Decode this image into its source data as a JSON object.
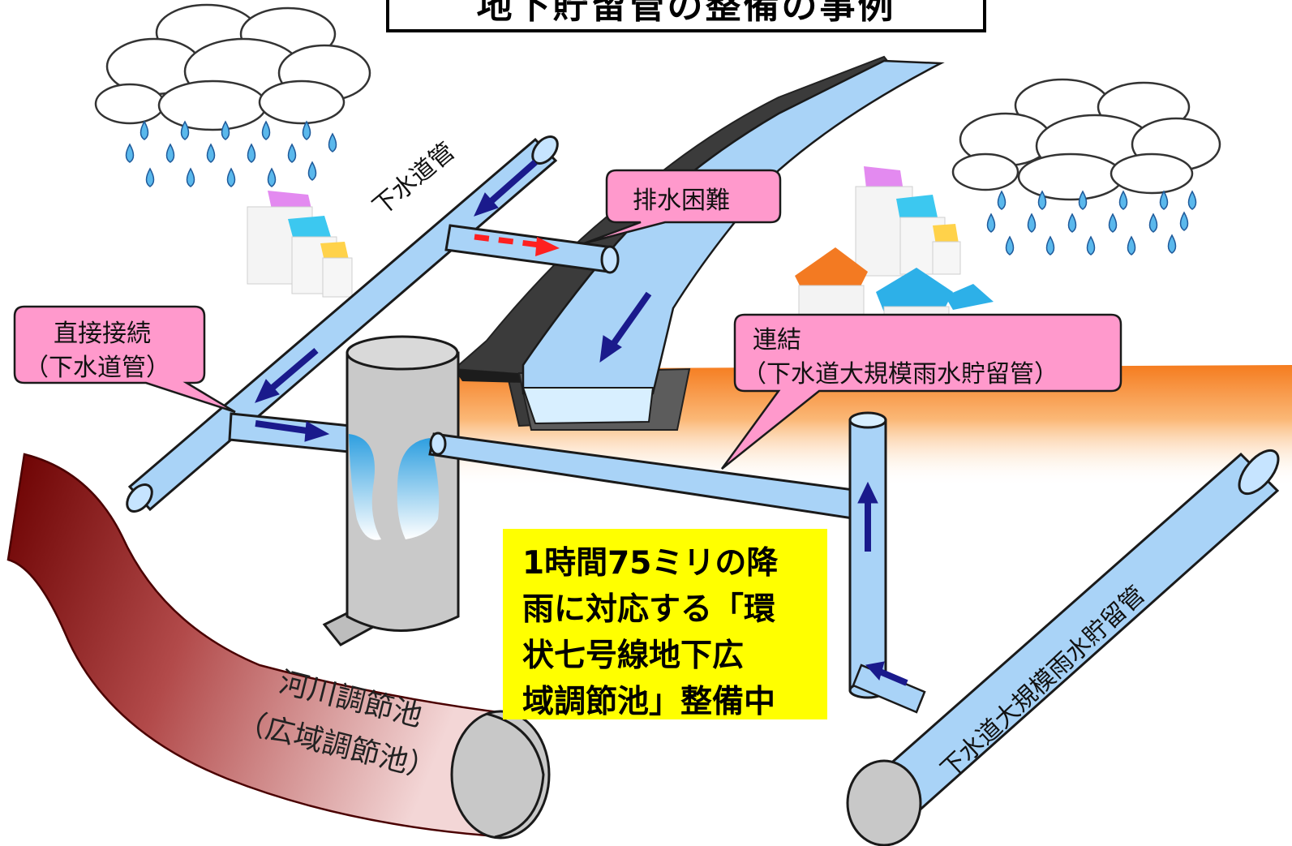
{
  "title": "地下貯留管の整備の事例",
  "callouts": {
    "drain_difficult": "排水困難",
    "direct_connection": [
      "直接接続",
      "（下水道管）"
    ],
    "linkage": [
      "連結",
      "（下水道大規模雨水貯留管）"
    ]
  },
  "pipe_labels": {
    "sewer_pipe": "下水道管",
    "large_storage_pipe": "下水道大規模雨水貯留管",
    "river_regulating_pond": [
      "河川調節池",
      "（広域調節池）"
    ]
  },
  "note": {
    "lines": [
      "1時間75ミリの降",
      "雨に対応する「環",
      "状七号線地下広",
      "域調節池」整備中"
    ],
    "background_color": "#ffff00"
  },
  "colors": {
    "pipe_blue": "#a9d3f7",
    "callout_pink": "#ff99cc",
    "arrow_navy": "#1a1a8c",
    "arrow_red": "#ff2020",
    "river_red": "#8b1a1a",
    "ground_orange": "#f57c1f"
  }
}
